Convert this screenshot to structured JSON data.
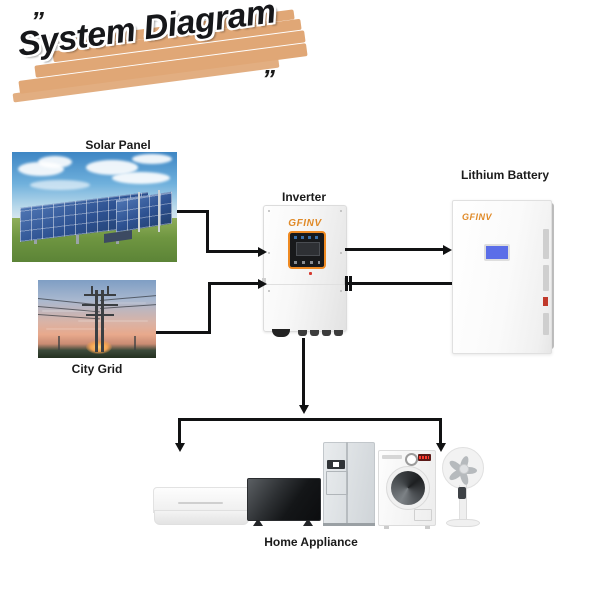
{
  "page": {
    "title": "System Diagram",
    "quote_open": "”",
    "quote_close": "”",
    "background": "#ffffff",
    "accent_brush": "#e0a776",
    "brand_orange": "#e08a28",
    "wire_color": "#111213"
  },
  "nodes": {
    "solar": {
      "label": "Solar Panel",
      "icon": "solar-panel-photo"
    },
    "grid": {
      "label": "City Grid",
      "icon": "transmission-tower-photo"
    },
    "inverter": {
      "label": "Inverter",
      "logo": "GFINV",
      "icon": "inverter-unit"
    },
    "battery": {
      "label": "Lithium Battery",
      "logo": "GFINV",
      "icon": "battery-wall-unit"
    },
    "appliances": {
      "label": "Home Appliance"
    }
  },
  "appliances": [
    {
      "name": "air-conditioner"
    },
    {
      "name": "television"
    },
    {
      "name": "refrigerator"
    },
    {
      "name": "washing-machine"
    },
    {
      "name": "pedestal-fan"
    }
  ],
  "connections": [
    {
      "from": "solar",
      "to": "inverter",
      "style": "arrow"
    },
    {
      "from": "grid",
      "to": "inverter",
      "style": "arrow"
    },
    {
      "from": "inverter",
      "to": "battery",
      "style": "arrow"
    },
    {
      "from": "battery",
      "to": "inverter",
      "style": "line"
    },
    {
      "from": "inverter",
      "to": "appliances",
      "style": "arrow-bus"
    }
  ]
}
